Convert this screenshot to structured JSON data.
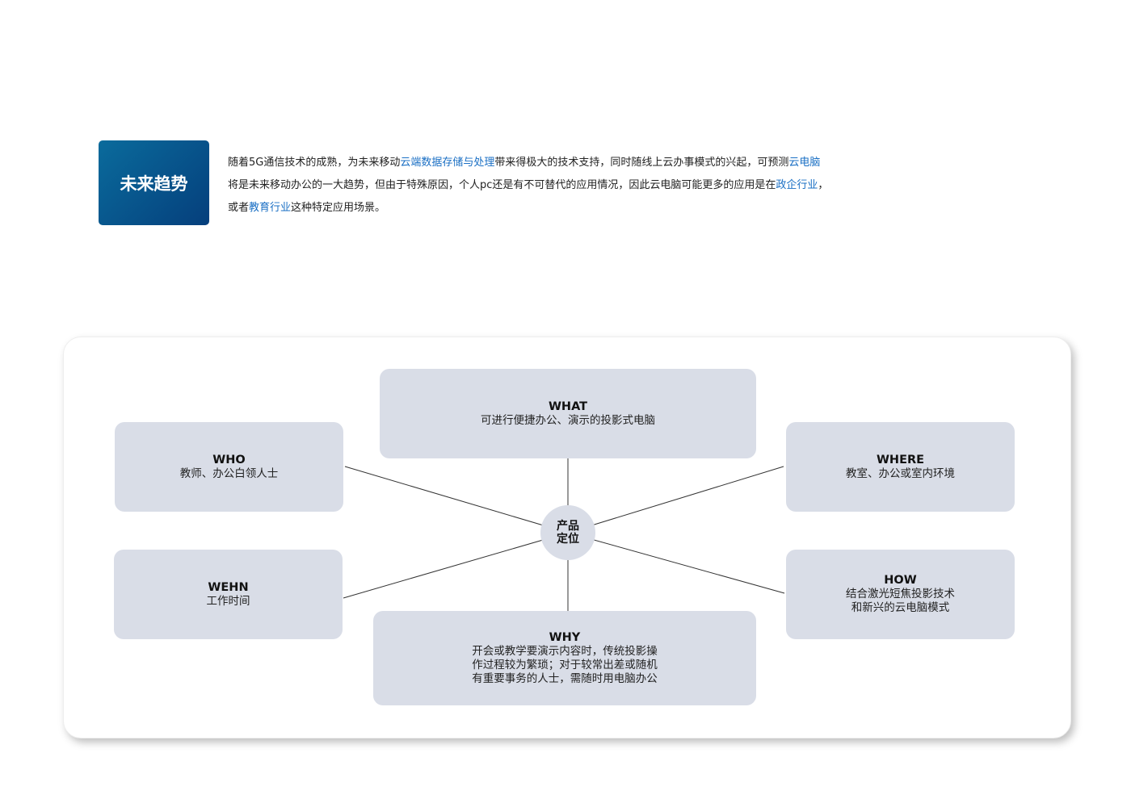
{
  "trend": {
    "title": "未来趋势",
    "p1": "随着5G通信技术的成熟，为未来移动",
    "h1": "云端数据存储与处理",
    "p2": "带来得极大的技术支持，同时随线上云办事模式的兴起，可预测",
    "h2": "云电脑",
    "p3": "将是未来移动办公的一大趋势，但由于特殊原因，个人pc还是有不可替代的应用情况，因此云电脑可能更多的应用是在",
    "h3": "政企行业",
    "p4": "，",
    "p5": "或者",
    "h4": "教育行业",
    "p6": "这种特定应用场景。"
  },
  "diagram": {
    "center": [
      "产品",
      "定位"
    ],
    "what": {
      "title": "WHAT",
      "lines": [
        "可进行便捷办公、演示的投影式电脑"
      ]
    },
    "who": {
      "title": "WHO",
      "lines": [
        "教师、办公白领人士"
      ]
    },
    "where": {
      "title": "WHERE",
      "lines": [
        "教室、办公或室内环境"
      ]
    },
    "when": {
      "title": "WEHN",
      "lines": [
        "工作时间"
      ]
    },
    "how": {
      "title": "HOW",
      "lines": [
        "结合激光短焦投影技术",
        "和新兴的云电脑模式"
      ]
    },
    "why": {
      "title": "WHY",
      "lines": [
        "开会或教学要演示内容时，传统投影操",
        "作过程较为繁琐；对于较常出差或随机",
        "有重要事务的人士，需随时用电脑办公"
      ]
    }
  }
}
